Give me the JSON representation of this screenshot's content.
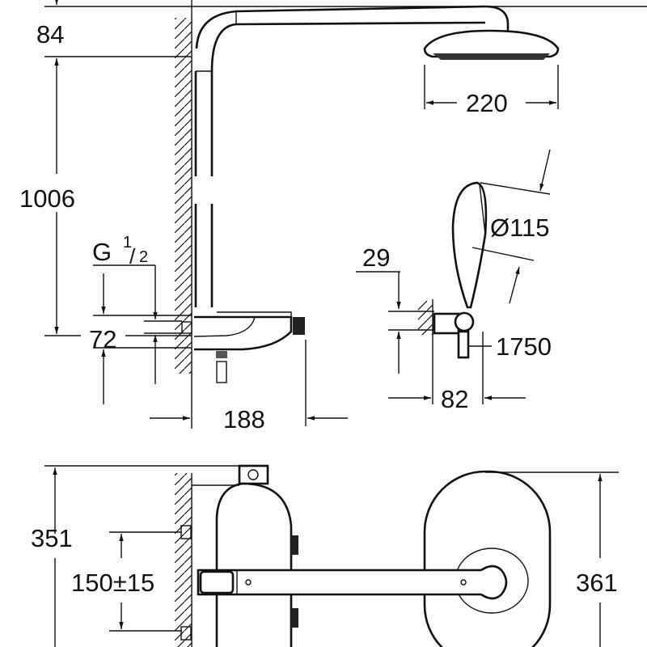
{
  "drawing": {
    "side_view": {
      "dim_top_offset": "84",
      "dim_height": "1006",
      "dim_head_diameter": "220",
      "dim_connection_label": "G",
      "dim_connection_fraction_num": "1",
      "dim_connection_fraction_den": "2",
      "dim_inlet_spacing": "72",
      "dim_projection": "188"
    },
    "hand_shower": {
      "dim_diameter": "Ø115",
      "dim_holder": "29",
      "dim_hose": "1750",
      "dim_holder_projection": "82"
    },
    "front_view": {
      "dim_body_height": "351",
      "dim_inlet_centers": "150±15",
      "dim_head_height": "361"
    }
  }
}
